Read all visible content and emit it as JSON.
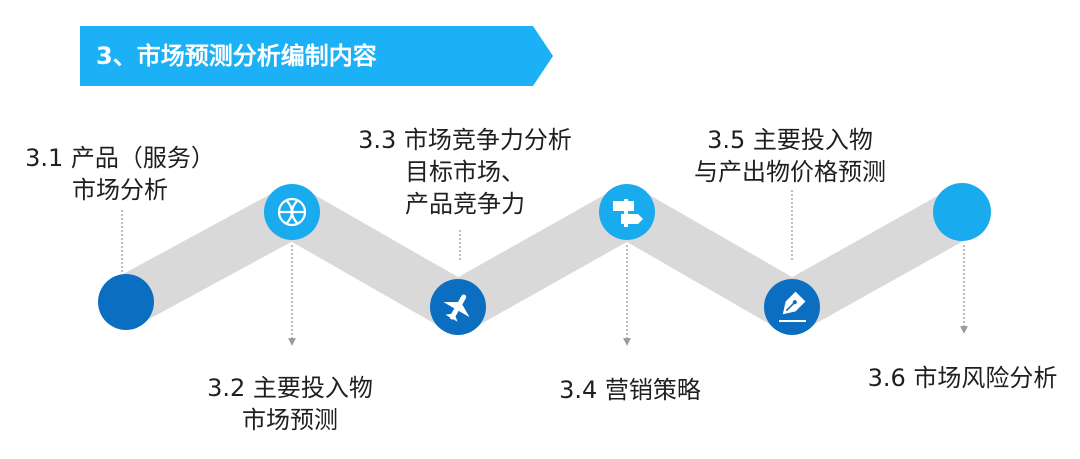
{
  "title": "3、市场预测分析编制内容",
  "colors": {
    "title_bar": "#1CB0F6",
    "band": "#D9D9D9",
    "node_dark": "#0B6EC0",
    "node_light": "#19ABEE",
    "leader_line": "#9A9A9A"
  },
  "steps": [
    {
      "lines": [
        "3.1 产品（服务）",
        "市场分析"
      ],
      "icon": "none"
    },
    {
      "lines": [
        "3.2 主要投入物",
        "市场预测"
      ],
      "icon": "basketball-icon"
    },
    {
      "lines": [
        "3.3 市场竞争力分析",
        "目标市场、",
        "产品竞争力"
      ],
      "icon": "airplane-icon"
    },
    {
      "lines": [
        "3.4 营销策略"
      ],
      "icon": "signpost-icon"
    },
    {
      "lines": [
        "3.5 主要投入物",
        "与产出物价格预测"
      ],
      "icon": "pen-nib-icon"
    },
    {
      "lines": [
        "3.6 市场风险分析"
      ],
      "icon": "none"
    }
  ]
}
